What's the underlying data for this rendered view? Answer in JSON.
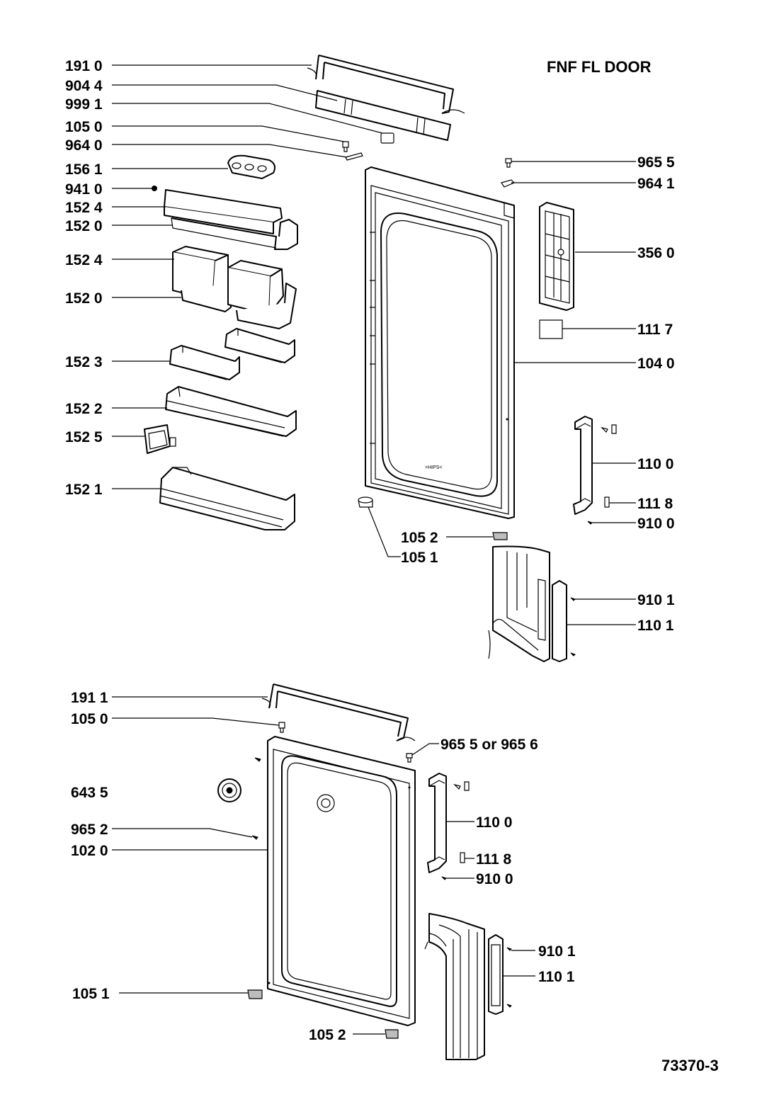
{
  "title": "FNF FL DOOR",
  "footer_code": "73370-3",
  "labels": {
    "l1910": "191 0",
    "l9044": "904 4",
    "l9991": "999 1",
    "l1050a": "105 0",
    "l9640": "964 0",
    "l1561": "156 1",
    "l9410": "941 0",
    "l1524a": "152 4",
    "l1520a": "152 0",
    "l1524b": "152 4",
    "l1520b": "152 0",
    "l1523": "152 3",
    "l1522": "152 2",
    "l1525": "152 5",
    "l1521": "152 1",
    "l9655a": "965 5",
    "l9641": "964 1",
    "l3560": "356 0",
    "l1117": "111 7",
    "l1040": "104 0",
    "l1100a": "110 0",
    "l1118a": "111 8",
    "l9100a": "910 0",
    "l1052a": "105 2",
    "l1051a": "105 1",
    "l9101a": "910 1",
    "l1101a": "110 1",
    "l1911": "191 1",
    "l1050b": "105 0",
    "l9655b": "965 5 or 965 6",
    "l6435": "643 5",
    "l9652": "965 2",
    "l1020": "102 0",
    "l1100b": "110 0",
    "l1118b": "111 8",
    "l9100b": "910 0",
    "l9101b": "910 1",
    "l1101b": "110 1",
    "l1051b": "105 1",
    "l1052b": "105 2"
  }
}
